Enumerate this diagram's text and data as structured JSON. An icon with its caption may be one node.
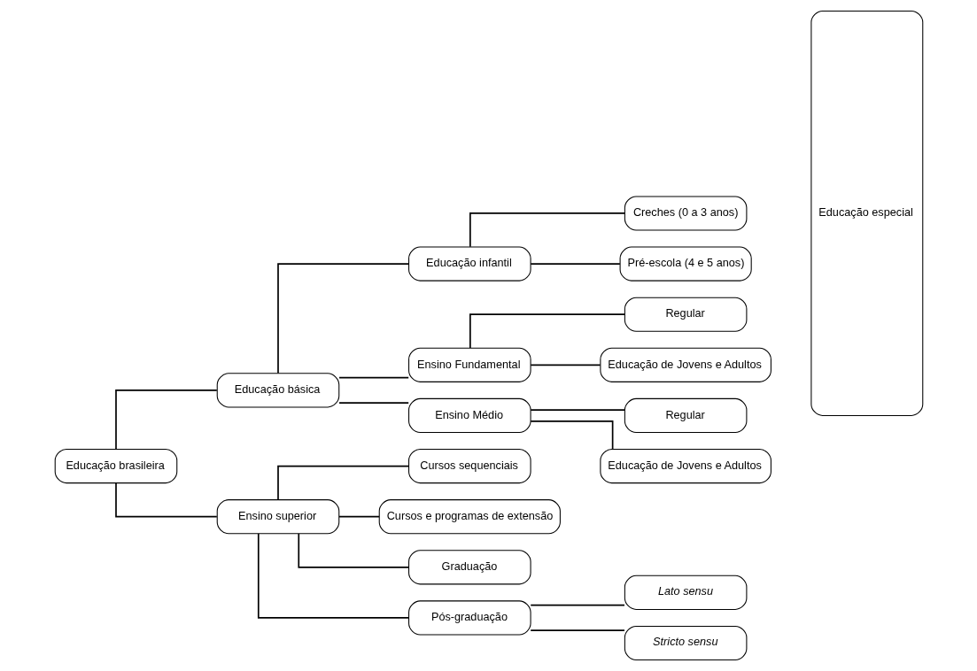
{
  "diagram": {
    "nodes": [
      {
        "text": [
          "Educação brasileira"
        ]
      },
      {
        "text": [
          "Educação básica"
        ]
      },
      {
        "text": [
          "Ensino superior"
        ]
      },
      {
        "text": [
          "Educação infantil"
        ]
      },
      {
        "text": [
          "Ensino Fundamental"
        ]
      },
      {
        "text": [
          "Ensino Médio"
        ]
      },
      {
        "text": [
          "Creches (0 a 3 anos)"
        ]
      },
      {
        "text": [
          "Pré-escola (4 e 5 anos)"
        ]
      },
      {
        "text": [
          "Regular"
        ]
      },
      {
        "text": [
          "Educação de Jovens e Adultos"
        ]
      },
      {
        "text": [
          "Regular"
        ]
      },
      {
        "text": [
          "Educação de Jovens e Adultos"
        ]
      },
      {
        "text": [
          "Cursos sequenciais"
        ]
      },
      {
        "text": [
          "Cursos e programas de extensão"
        ]
      },
      {
        "text": [
          "Graduação"
        ]
      },
      {
        "text": [
          "Pós-graduação"
        ]
      },
      {
        "text": [
          "Lato sensu"
        ]
      },
      {
        "text": [
          "Stricto sensu"
        ]
      },
      {
        "text": [
          "Educação especial"
        ]
      }
    ],
    "edges": [
      {
        "from": 0,
        "to": 1,
        "arrow": "none"
      },
      {
        "from": 0,
        "to": 2,
        "arrow": "none"
      },
      {
        "from": 1,
        "to": 3,
        "arrow": "none"
      },
      {
        "from": 1,
        "to": 4,
        "arrow": "none"
      },
      {
        "from": 1,
        "to": 5,
        "arrow": "none"
      },
      {
        "from": 3,
        "to": 6,
        "arrow": "none"
      },
      {
        "from": 3,
        "to": 7,
        "arrow": "none"
      },
      {
        "from": 4,
        "to": 8,
        "arrow": "none"
      },
      {
        "from": 4,
        "to": 9,
        "arrow": "none"
      },
      {
        "from": 5,
        "to": 10,
        "arrow": "none"
      },
      {
        "from": 5,
        "to": 11,
        "arrow": "none"
      },
      {
        "from": 2,
        "to": 12,
        "arrow": "none"
      },
      {
        "from": 2,
        "to": 13,
        "arrow": "none"
      },
      {
        "from": 2,
        "to": 14,
        "arrow": "none"
      },
      {
        "from": 2,
        "to": 15,
        "arrow": "none"
      },
      {
        "from": 15,
        "to": 16,
        "arrow": "none"
      },
      {
        "from": 15,
        "to": 17,
        "arrow": "none"
      }
    ]
  }
}
